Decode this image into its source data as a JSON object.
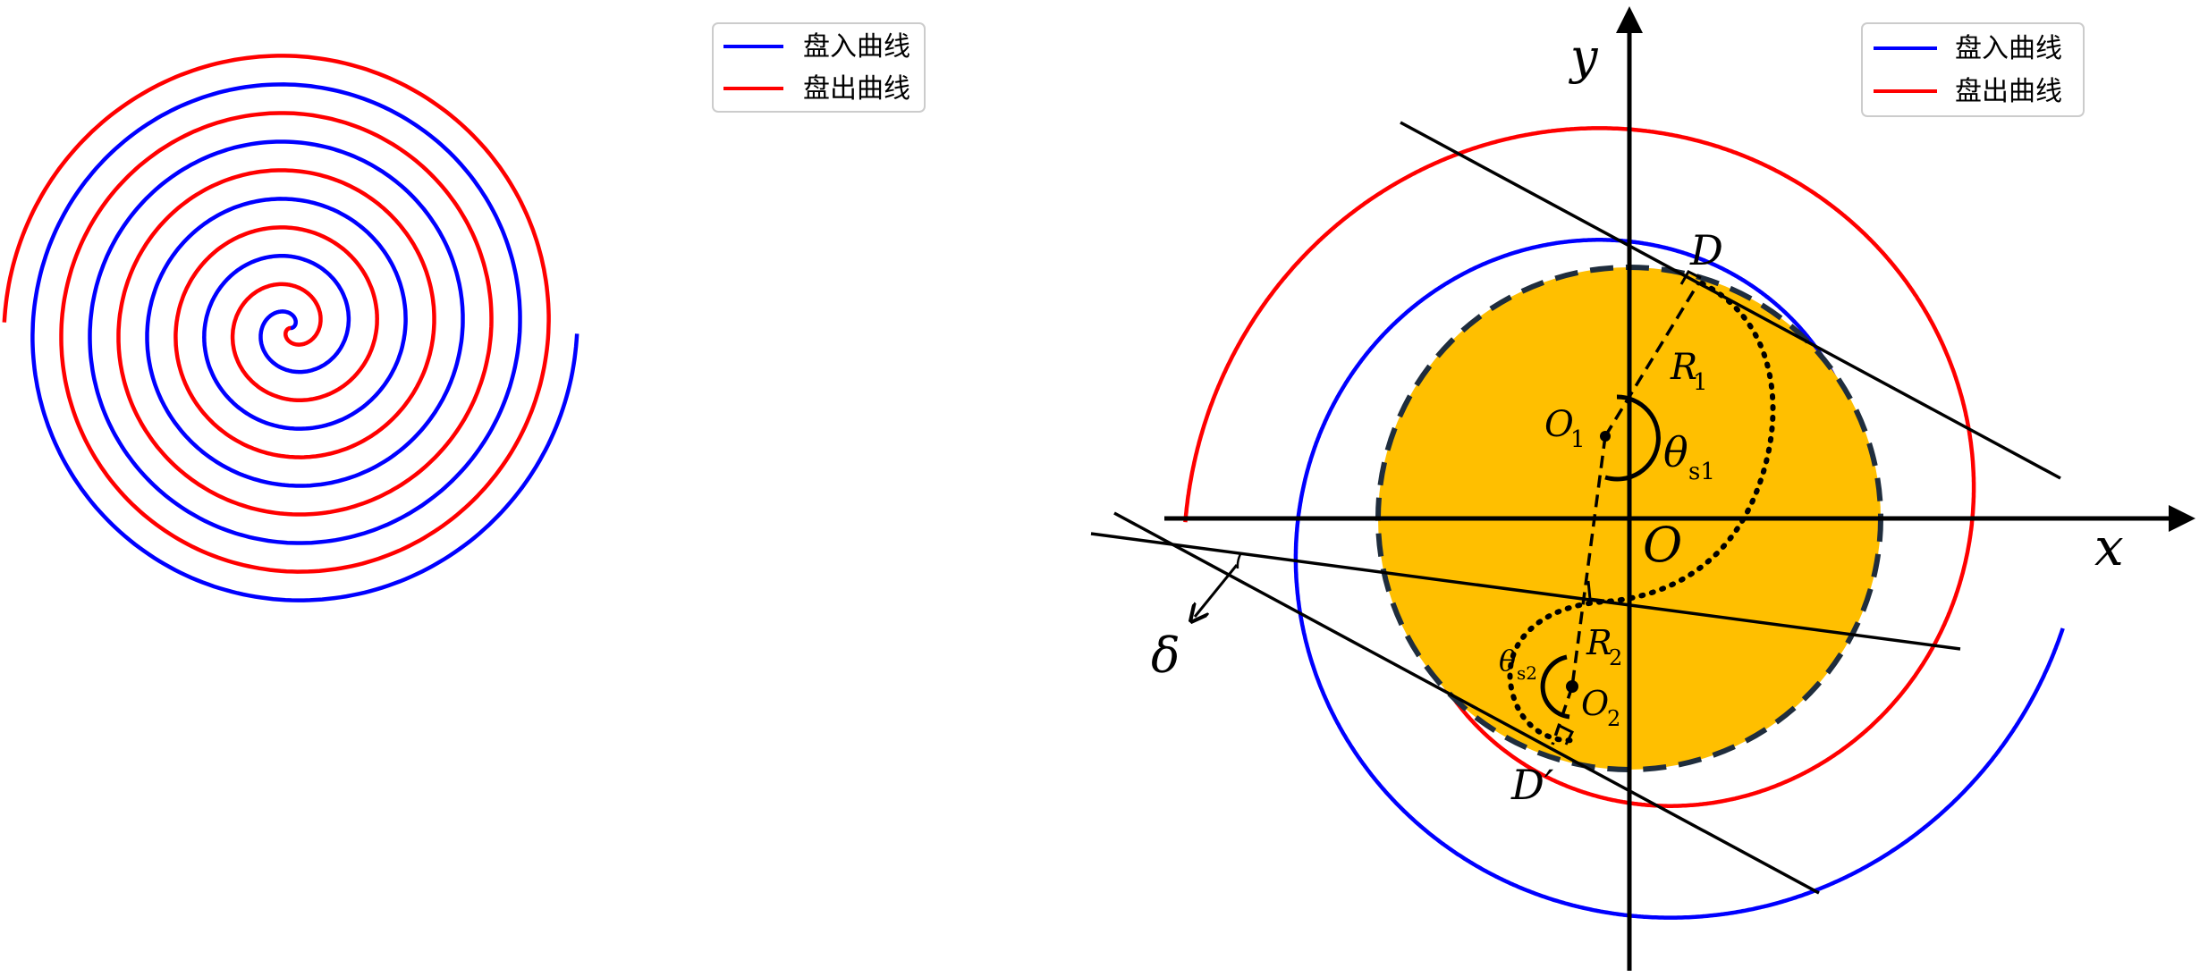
{
  "colors": {
    "curve_in": "#0000ff",
    "curve_out": "#ff0000",
    "fill_region": "#ffbf00",
    "dashed_circle": "#1f2d3d",
    "axis": "#000000",
    "legend_border": "#cccccc"
  },
  "legend": {
    "curve_in_label": "盘入曲线",
    "curve_out_label": "盘出曲线"
  },
  "labels": {
    "x_axis": "x",
    "y_axis": "y",
    "origin": "O",
    "point_D": "D",
    "point_D_prime": "D′",
    "O1_main": "O",
    "O1_sub": "1",
    "O2_main": "O",
    "O2_sub": "2",
    "R1_main": "R",
    "R1_sub": "1",
    "R2_main": "R",
    "R2_sub": "2",
    "theta_s1_main": "θ",
    "theta_s1_sub": "s1",
    "theta_s2_main": "θ",
    "theta_s2_sub": "s2",
    "delta": "δ"
  },
  "spirals": {
    "left_turns": 5,
    "right_turns": 1
  }
}
